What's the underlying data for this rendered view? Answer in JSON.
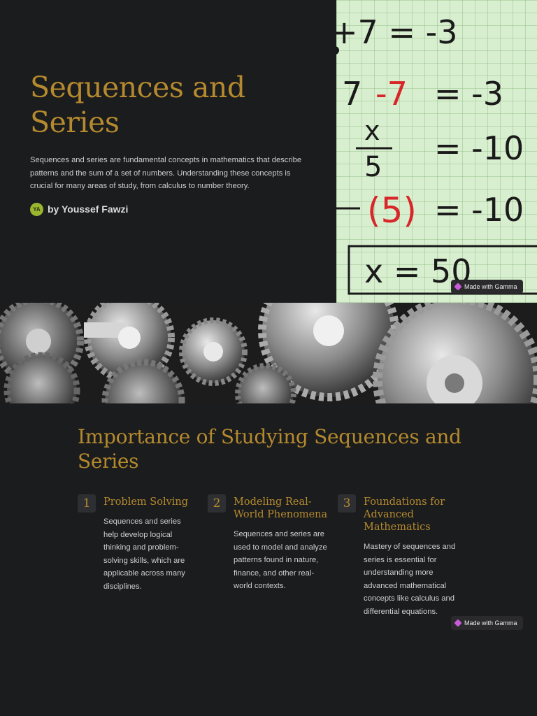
{
  "slide1": {
    "title_line1": "Sequences and",
    "title_line2": "Series",
    "description": "Sequences and series are fundamental concepts in mathematics that describe patterns and the sum of a set of numbers. Understanding these concepts is crucial for many areas of study, from calculus to number theory.",
    "author": {
      "initials": "YA",
      "name": "by Youssef Fawzi"
    },
    "math_image": {
      "line1": "+7  =  -3",
      "line2_a": "7",
      "line2_b": "-7",
      "line2_c": "=  -3",
      "frac_num": "x",
      "frac_den": "5",
      "line3_rhs": "=  -10",
      "line4_paren": "(5)",
      "line4_rhs": "=  -10",
      "answer": "x    =  50"
    },
    "badge": "Made with Gamma"
  },
  "slide2": {
    "title": "Importance of Studying Sequences and Series",
    "items": [
      {
        "number": "1",
        "title": "Problem Solving",
        "description": "Sequences and series help develop logical thinking and problem-solving skills, which are applicable across many disciplines."
      },
      {
        "number": "2",
        "title": "Modeling Real-World Phenomena",
        "description": "Sequences and series are used to model and analyze patterns found in nature, finance, and other real-world contexts."
      },
      {
        "number": "3",
        "title": "Foundations for Advanced Mathematics",
        "description": "Mastery of sequences and series is essential for understanding more advanced mathematical concepts like calculus and differential equations."
      }
    ],
    "badge": "Made with Gamma"
  },
  "colors": {
    "background": "#1b1c1e",
    "accent_gold": "#b58a2e",
    "body_text": "#cfcfcf",
    "grid_paper": "#d8efcf",
    "math_red": "#d8262a"
  }
}
